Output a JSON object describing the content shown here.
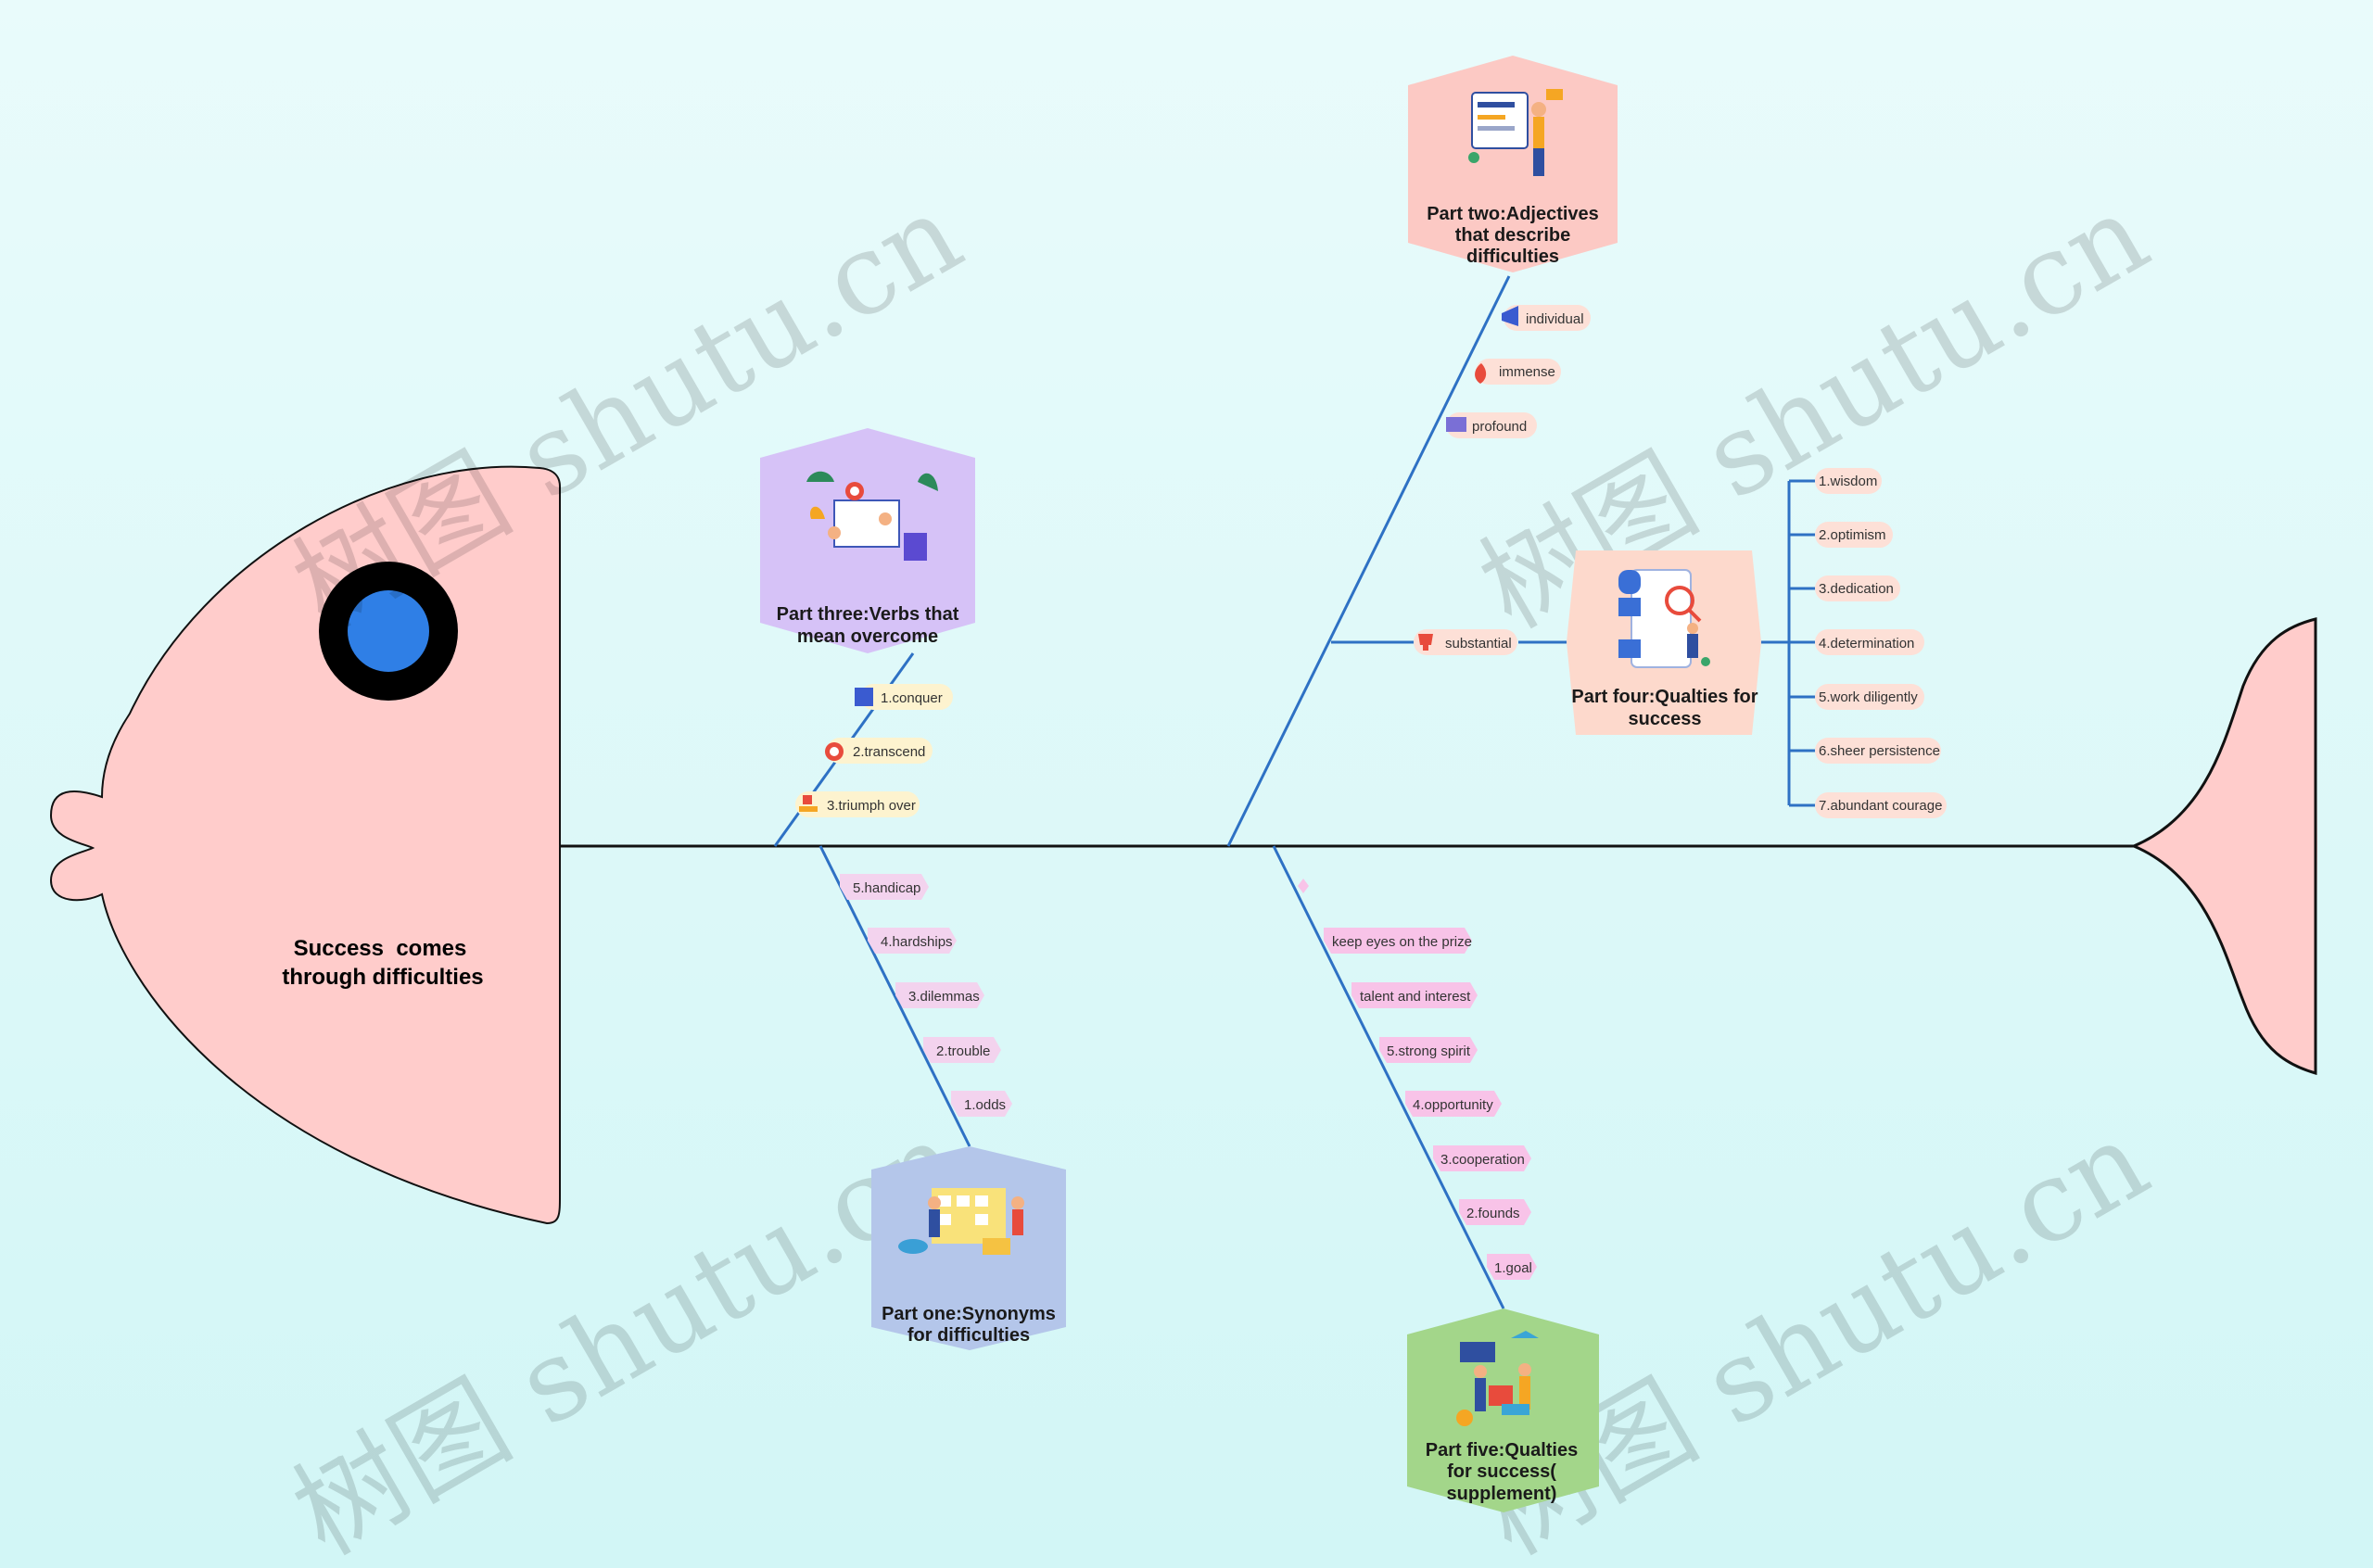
{
  "head": {
    "title_line1": "Success  comes",
    "title_line2": "through difficulties",
    "eye_color": "#2f7fe6",
    "fill_color": "#ffcccb"
  },
  "spine_color": "#2e71c4",
  "watermark": "树图 shutu.cn",
  "part_two": {
    "title_lines": [
      "Part two:Adjectives",
      "that describe",
      "difficulties"
    ],
    "color": "#fcc9c4",
    "items": [
      "individual",
      "immense",
      "profound",
      "substantial"
    ],
    "icons": [
      "megaphone-icon",
      "heart-flame-icon",
      "book-icon",
      "trophy-icon"
    ]
  },
  "part_three": {
    "title_lines": [
      "Part three:Verbs that",
      "mean overcome"
    ],
    "color": "#d6c2f7",
    "items": [
      "1.conquer",
      "2.transcend",
      "3.triumph over"
    ],
    "icons": [
      "book-icon",
      "target-icon",
      "flag-icon"
    ]
  },
  "part_four": {
    "title_lines": [
      "Part four:Qualties for",
      "success"
    ],
    "color": "#fdd9cc",
    "items": [
      "1.wisdom",
      "2.optimism",
      "3.dedication",
      "4.determination",
      "5.work diligently",
      "6.sheer persistence",
      "7.abundant courage"
    ]
  },
  "part_one": {
    "title_lines": [
      "Part one:Synonyms",
      "for difficulties"
    ],
    "color": "#b4c6ea",
    "items": [
      "5.handicap",
      "4.hardships",
      "3.dilemmas",
      "2.trouble",
      "1.odds"
    ]
  },
  "part_five": {
    "title_lines": [
      "Part five:Qualties",
      "for success(",
      "supplement)"
    ],
    "color": "#a3d68a",
    "items": [
      "keep eyes on the prize",
      "talent and interest",
      "5.strong spirit",
      "4.opportunity",
      "3.cooperation",
      "2.founds",
      "1.goal"
    ]
  }
}
